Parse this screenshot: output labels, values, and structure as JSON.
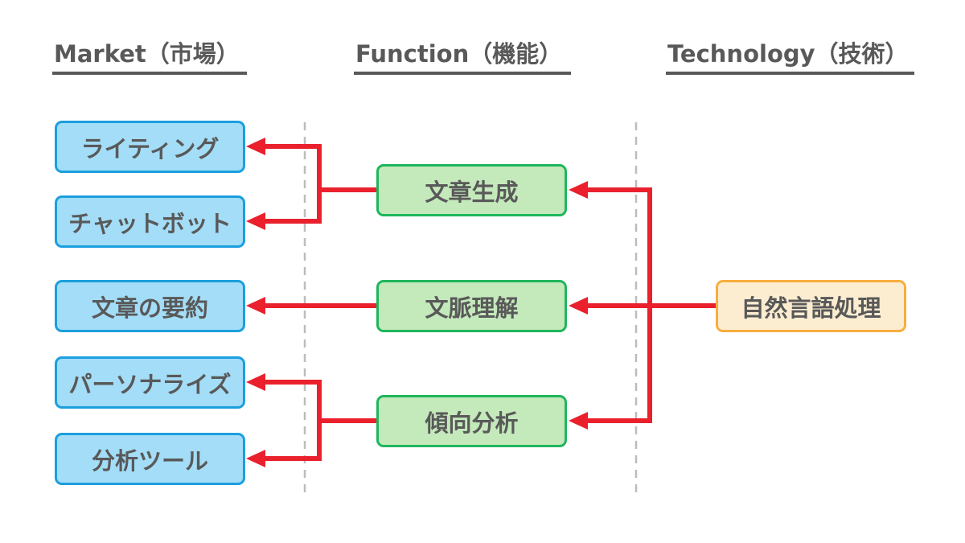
{
  "columns": [
    {
      "id": "market",
      "title": "Market（市場）"
    },
    {
      "id": "function",
      "title": "Function（機能）"
    },
    {
      "id": "technology",
      "title": "Technology（技術）"
    }
  ],
  "nodes": {
    "market": [
      "ライティング",
      "チャットボット",
      "文章の要約",
      "パーソナライズ",
      "分析ツール"
    ],
    "function": [
      "文章生成",
      "文脈理解",
      "傾向分析"
    ],
    "technology": [
      "自然言語処理"
    ]
  },
  "edges": [
    {
      "from": "自然言語処理",
      "to": "文章生成"
    },
    {
      "from": "自然言語処理",
      "to": "文脈理解"
    },
    {
      "from": "自然言語処理",
      "to": "傾向分析"
    },
    {
      "from": "文章生成",
      "to": "ライティング"
    },
    {
      "from": "文章生成",
      "to": "チャットボット"
    },
    {
      "from": "文脈理解",
      "to": "文章の要約"
    },
    {
      "from": "傾向分析",
      "to": "パーソナライズ"
    },
    {
      "from": "傾向分析",
      "to": "分析ツール"
    }
  ],
  "colors": {
    "arrow": "#ea212d",
    "market_fill": "#a3ddf7",
    "market_border": "#1c9fde",
    "function_fill": "#c4e9bb",
    "function_border": "#1fb65c",
    "technology_fill": "#fcedd1",
    "technology_border": "#f9ae3d",
    "heading_text": "#595959",
    "node_text": "#595959",
    "divider": "#bcbcbc",
    "background": "#ffffff"
  }
}
